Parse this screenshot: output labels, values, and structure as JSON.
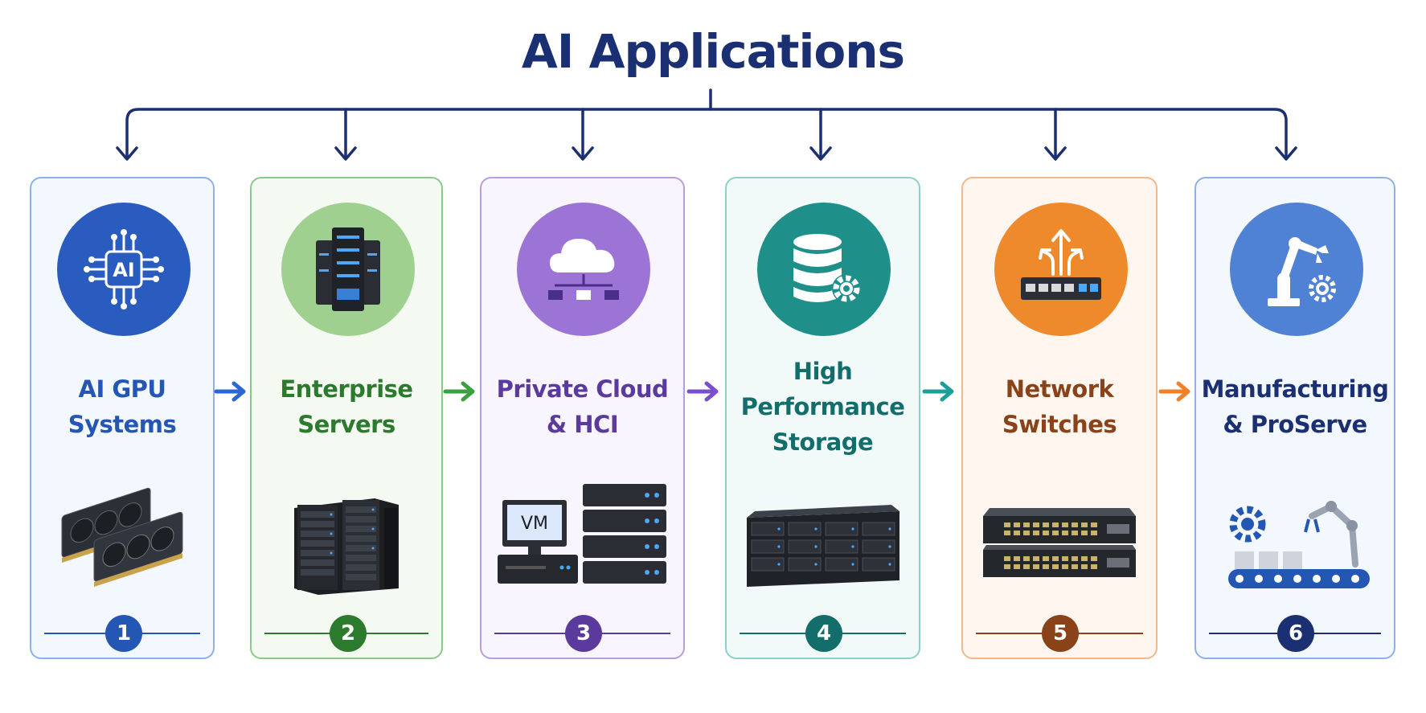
{
  "title": "AI Applications",
  "cards": [
    {
      "label": "AI GPU\nSystems",
      "number": "1",
      "icon": "ai-chip-icon",
      "product": "gpu-cards",
      "color": "#2456b3",
      "border": "#8fb0e8",
      "bg": "#f3f7fe",
      "circle": "#2a5cc0"
    },
    {
      "label": "Enterprise\nServers",
      "number": "2",
      "icon": "server-rack-icon",
      "product": "server-tower",
      "color": "#2c7a2e",
      "border": "#8cc88a",
      "bg": "#f4faf2",
      "circle": "#9fd08f"
    },
    {
      "label": "Private Cloud\n& HCI",
      "number": "3",
      "icon": "cloud-network-icon",
      "product": "vm-servers",
      "color": "#5a3a9c",
      "border": "#b79ee0",
      "bg": "#f8f5fe",
      "circle": "#9b74d6"
    },
    {
      "label": "High\nPerformance\nStorage",
      "number": "4",
      "icon": "database-gear-icon",
      "product": "storage-array",
      "color": "#136e6b",
      "border": "#8fcfca",
      "bg": "#f1faf9",
      "circle": "#1f8f8a"
    },
    {
      "label": "Network\nSwitches",
      "number": "5",
      "icon": "network-switch-icon",
      "product": "switch-stack",
      "color": "#8a4318",
      "border": "#f3b98a",
      "bg": "#fff6ef",
      "circle": "#ef8a2c"
    },
    {
      "label": "Manufacturing\n& ProServe",
      "number": "6",
      "icon": "robot-arm-icon",
      "product": "assembly-line",
      "color": "#1b2f73",
      "border": "#8fb0e8",
      "bg": "#f3f7fe",
      "circle": "#4f81d4"
    }
  ],
  "flow_arrow_colors": [
    "#2c66d4",
    "#3aa040",
    "#7a4fc9",
    "#1f9e98",
    "#f0802a"
  ]
}
